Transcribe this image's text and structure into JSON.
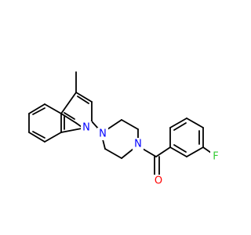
{
  "molecule": {
    "atoms": {
      "n_quinoline": {
        "symbol": "N",
        "color": "#0000ff"
      },
      "n_piperazine_left": {
        "symbol": "N",
        "color": "#0000ff"
      },
      "n_piperazine_right": {
        "symbol": "N",
        "color": "#0000ff"
      },
      "o_carbonyl": {
        "symbol": "O",
        "color": "#ff0000"
      },
      "f_fluoro": {
        "symbol": "F",
        "color": "#33cc33"
      }
    },
    "bond_color": "#000000"
  }
}
